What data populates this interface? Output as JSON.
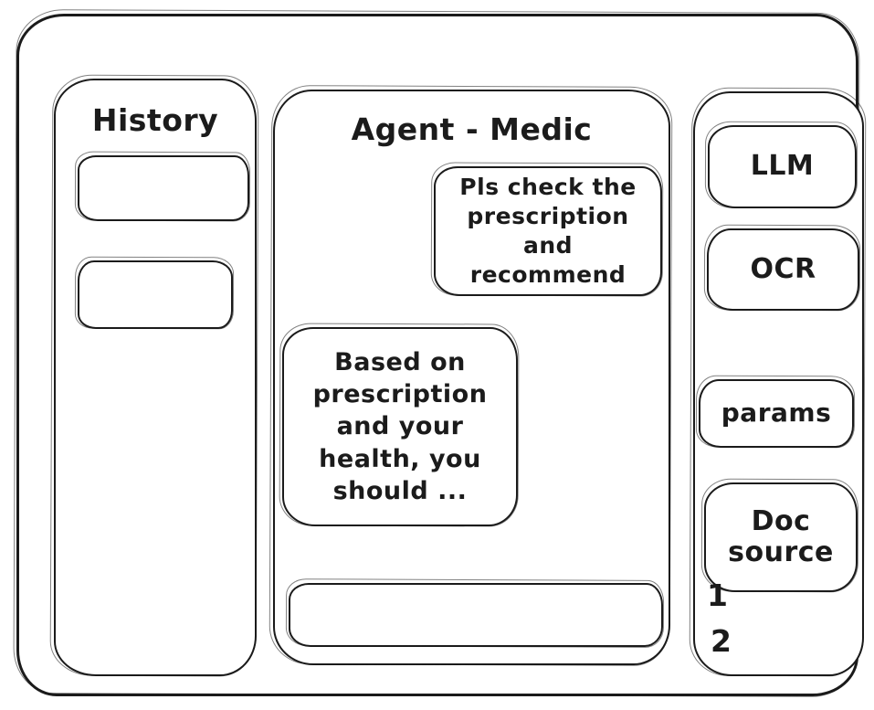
{
  "colors": {
    "ink": "#1b1b1b",
    "paper": "#ffffff"
  },
  "history_panel": {
    "title": "History"
  },
  "chat": {
    "title": "Agent - Medic",
    "messages": [
      {
        "role": "user",
        "text": "Pls check the prescription and recommend"
      },
      {
        "role": "assistant",
        "text": "Based on prescription and your health, you should ..."
      }
    ]
  },
  "tools_panel": {
    "items": [
      {
        "label": "LLM"
      },
      {
        "label": "OCR"
      },
      {
        "label": "params"
      },
      {
        "label": "Doc source"
      }
    ],
    "numbers": [
      "1",
      "2"
    ]
  }
}
